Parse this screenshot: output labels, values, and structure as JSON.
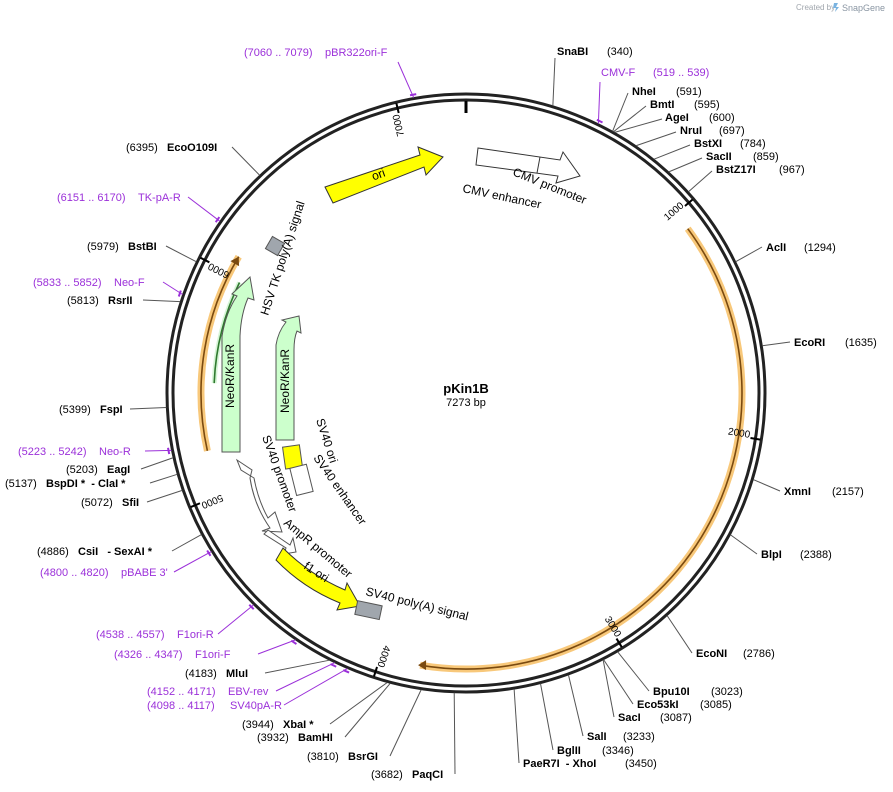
{
  "credit": {
    "text": "Created by",
    "brand": "SnapGene"
  },
  "plasmid": {
    "name": "pKin1B",
    "size_label": "7273 bp",
    "length": 7273
  },
  "colors": {
    "primer": "#9b30d9",
    "ori": "#ffff00",
    "neo": "#ccffcc",
    "outline_feature": "#ffffff",
    "gray_box": "#a0a6ad",
    "orange_band": "#f8c87a"
  },
  "ticks": [
    "1000",
    "2000",
    "3000",
    "4000",
    "5000",
    "6000",
    "7000"
  ],
  "restriction_sites": [
    {
      "name": "SnaBI",
      "pos": "(340)"
    },
    {
      "name": "NheI",
      "pos": "(591)"
    },
    {
      "name": "BmtI",
      "pos": "(595)"
    },
    {
      "name": "AgeI",
      "pos": "(600)"
    },
    {
      "name": "NruI",
      "pos": "(697)"
    },
    {
      "name": "BstXI",
      "pos": "(784)"
    },
    {
      "name": "SacII",
      "pos": "(859)"
    },
    {
      "name": "BstZ17I",
      "pos": "(967)"
    },
    {
      "name": "AclI",
      "pos": "(1294)"
    },
    {
      "name": "EcoRI",
      "pos": "(1635)"
    },
    {
      "name": "XmnI",
      "pos": "(2157)"
    },
    {
      "name": "BlpI",
      "pos": "(2388)"
    },
    {
      "name": "EcoNI",
      "pos": "(2786)"
    },
    {
      "name": "Bpu10I",
      "pos": "(3023)"
    },
    {
      "name": "Eco53kI",
      "pos": "(3085)"
    },
    {
      "name": "SacI",
      "pos": "(3087)"
    },
    {
      "name": "SalI",
      "pos": "(3233)"
    },
    {
      "name": "BglII",
      "pos": "(3346)"
    },
    {
      "name": "PaeR7I  - XhoI",
      "pos": "(3450)"
    },
    {
      "name": "PaqCI",
      "pos": "(3682)"
    },
    {
      "name": "BsrGI",
      "pos": "(3810)"
    },
    {
      "name": "BamHI",
      "pos": "(3932)"
    },
    {
      "name": "XbaI *",
      "pos": "(3944)"
    },
    {
      "name": "MluI",
      "pos": "(4183)"
    },
    {
      "name": "CsiI   - SexAI *",
      "pos": "(4886)"
    },
    {
      "name": "SfiI",
      "pos": "(5072)"
    },
    {
      "name": "BspDI *  - ClaI *",
      "pos": "(5137)"
    },
    {
      "name": "EagI",
      "pos": "(5203)"
    },
    {
      "name": "FspI",
      "pos": "(5399)"
    },
    {
      "name": "RsrII",
      "pos": "(5813)"
    },
    {
      "name": "BstBI",
      "pos": "(5979)"
    },
    {
      "name": "EcoO109I",
      "pos": "(6395)"
    }
  ],
  "primers": [
    {
      "range": "(7060 .. 7079)",
      "name": "pBR322ori-F"
    },
    {
      "name": "CMV-F",
      "range": "(519 .. 539)"
    },
    {
      "range": "(6151 .. 6170)",
      "name": "TK-pA-R"
    },
    {
      "range": "(5833 .. 5852)",
      "name": "Neo-F"
    },
    {
      "range": "(5223 .. 5242)",
      "name": "Neo-R"
    },
    {
      "range": "(4800 .. 4820)",
      "name": "pBABE 3'"
    },
    {
      "range": "(4538 .. 4557)",
      "name": "F1ori-R"
    },
    {
      "range": "(4326 .. 4347)",
      "name": "F1ori-F"
    },
    {
      "range": "(4152 .. 4171)",
      "name": "EBV-rev"
    },
    {
      "range": "(4098 .. 4117)",
      "name": "SV40pA-R"
    }
  ],
  "features": [
    {
      "label": "ori"
    },
    {
      "label": "CMV promoter"
    },
    {
      "label": "CMV enhancer"
    },
    {
      "label": "HSV TK poly(A) signal"
    },
    {
      "label": "NeoR/KanR"
    },
    {
      "label": "NeoR/KanR"
    },
    {
      "label": "SV40 ori"
    },
    {
      "label": "SV40 enhancer"
    },
    {
      "label": "SV40 promoter"
    },
    {
      "label": "AmpR promoter"
    },
    {
      "label": "f1 ori"
    },
    {
      "label": "SV40 poly(A) signal"
    }
  ]
}
